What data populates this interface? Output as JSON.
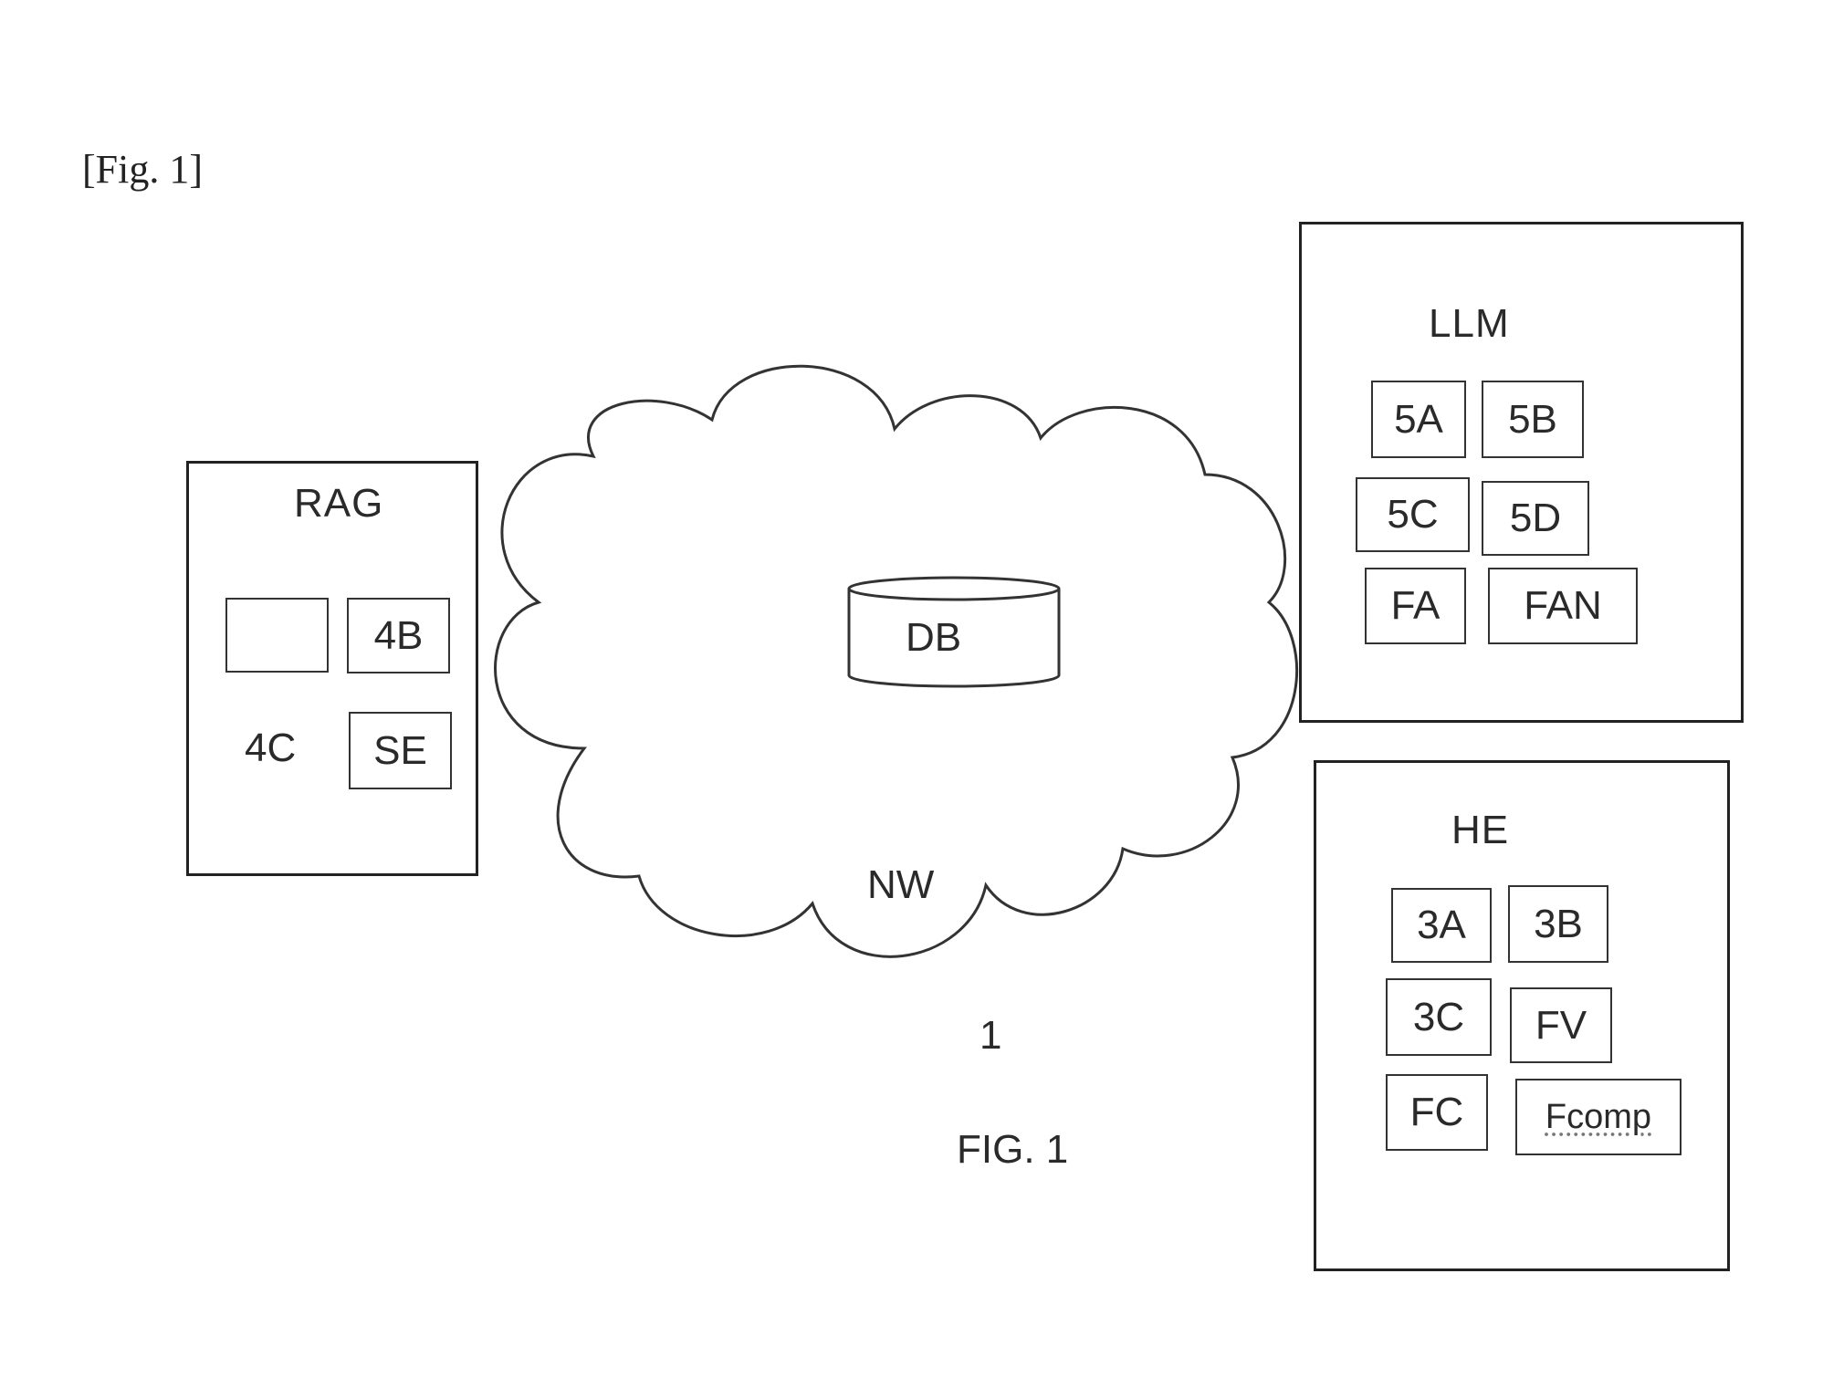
{
  "figure_header": "[Fig. 1]",
  "rag_panel": {
    "title": "RAG",
    "items": [
      "4B",
      "4C",
      "SE"
    ]
  },
  "network": {
    "database_label": "DB",
    "cloud_label": "NW",
    "reference_numeral": "1"
  },
  "llm_panel": {
    "title": "LLM",
    "items": [
      "5A",
      "5B",
      "5C",
      "5D",
      "FA",
      "FAN"
    ]
  },
  "he_panel": {
    "title": "HE",
    "items": [
      "3A",
      "3B",
      "3C",
      "FV",
      "FC",
      "Fcomp"
    ]
  },
  "caption": "FIG. 1"
}
